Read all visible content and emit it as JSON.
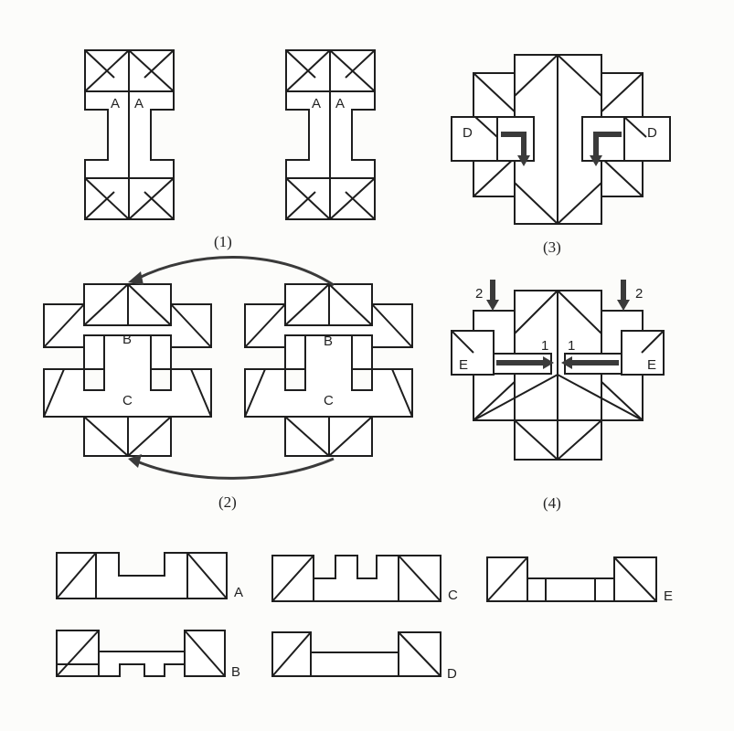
{
  "captions": {
    "c1": "(1)",
    "c2": "(2)",
    "c3": "(3)",
    "c4": "(4)"
  },
  "labels": {
    "a": "A",
    "b": "B",
    "c": "C",
    "d": "D",
    "e": "E",
    "step1": "1",
    "step2": "2"
  },
  "legend": [
    "A",
    "C",
    "E",
    "B",
    "D"
  ]
}
